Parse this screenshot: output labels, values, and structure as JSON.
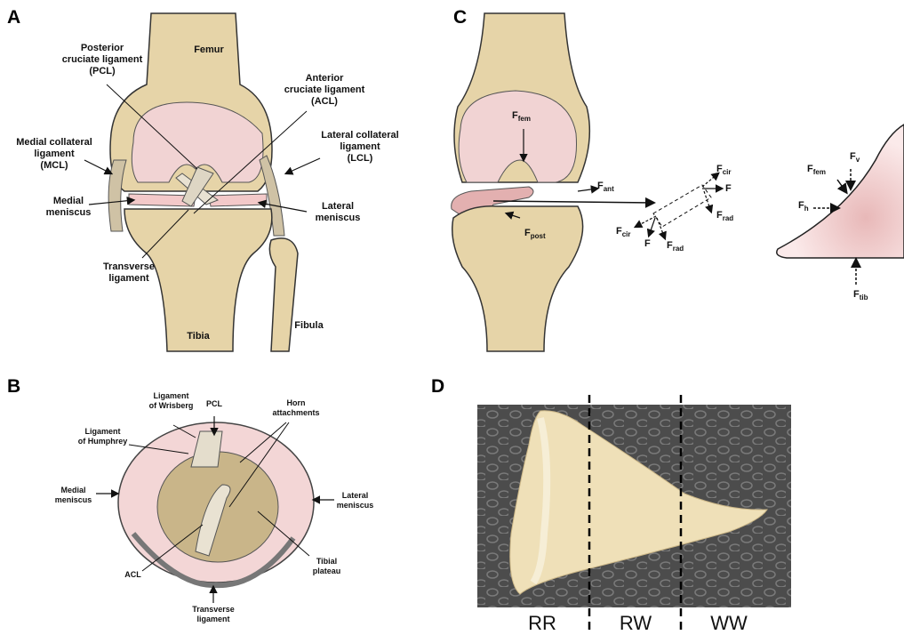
{
  "panels": {
    "a": "A",
    "b": "B",
    "c": "C",
    "d": "D"
  },
  "panel_a": {
    "femur": "Femur",
    "pcl": "Posterior\ncruciate ligament\n(PCL)",
    "acl": "Anterior\ncruciate ligament\n(ACL)",
    "mcl": "Medial collateral\nligament\n(MCL)",
    "lcl": "Lateral collateral\nligament\n(LCL)",
    "medial_meniscus": "Medial\nmeniscus",
    "lateral_meniscus": "Lateral\nmeniscus",
    "transverse_ligament": "Transverse\nligament",
    "tibia": "Tibia",
    "fibula": "Fibula"
  },
  "panel_b": {
    "lig_wrisberg": "Ligament\nof Wrisberg",
    "pcl": "PCL",
    "horn_attachments": "Horn\nattachments",
    "lig_humphrey": "Ligament\nof Humphrey",
    "medial_meniscus": "Medial\nmeniscus",
    "lateral_meniscus": "Lateral\nmeniscus",
    "acl": "ACL",
    "tibial_plateau": "Tibial\nplateau",
    "transverse_ligament": "Transverse\nligament"
  },
  "panel_c": {
    "f_fem": {
      "base": "F",
      "sub": "fem"
    },
    "f_ant": {
      "base": "F",
      "sub": "ant"
    },
    "f_post": {
      "base": "F",
      "sub": "post"
    },
    "f_cir_top": {
      "base": "F",
      "sub": "cir"
    },
    "f_top": {
      "base": "F",
      "sub": ""
    },
    "f_rad_top": {
      "base": "F",
      "sub": "rad"
    },
    "f_cir_bottom": {
      "base": "F",
      "sub": "cir"
    },
    "f_bottom": {
      "base": "F",
      "sub": ""
    },
    "f_rad_bottom": {
      "base": "F",
      "sub": "rad"
    },
    "wedge_f_fem": {
      "base": "F",
      "sub": "fem"
    },
    "wedge_f_v": {
      "base": "F",
      "sub": "v"
    },
    "wedge_f_h": {
      "base": "F",
      "sub": "h"
    },
    "wedge_f_tib": {
      "base": "F",
      "sub": "tib"
    }
  },
  "panel_d": {
    "zones": [
      "RR",
      "RW",
      "WW"
    ]
  },
  "colors": {
    "bone": "#e6d4a8",
    "bone_shadow": "#c9b07a",
    "cartilage": "#f1d3d3",
    "meniscus": "#f3c9c9",
    "specimen_bg": "#4a4a4a",
    "specimen": "#efe0b8"
  }
}
